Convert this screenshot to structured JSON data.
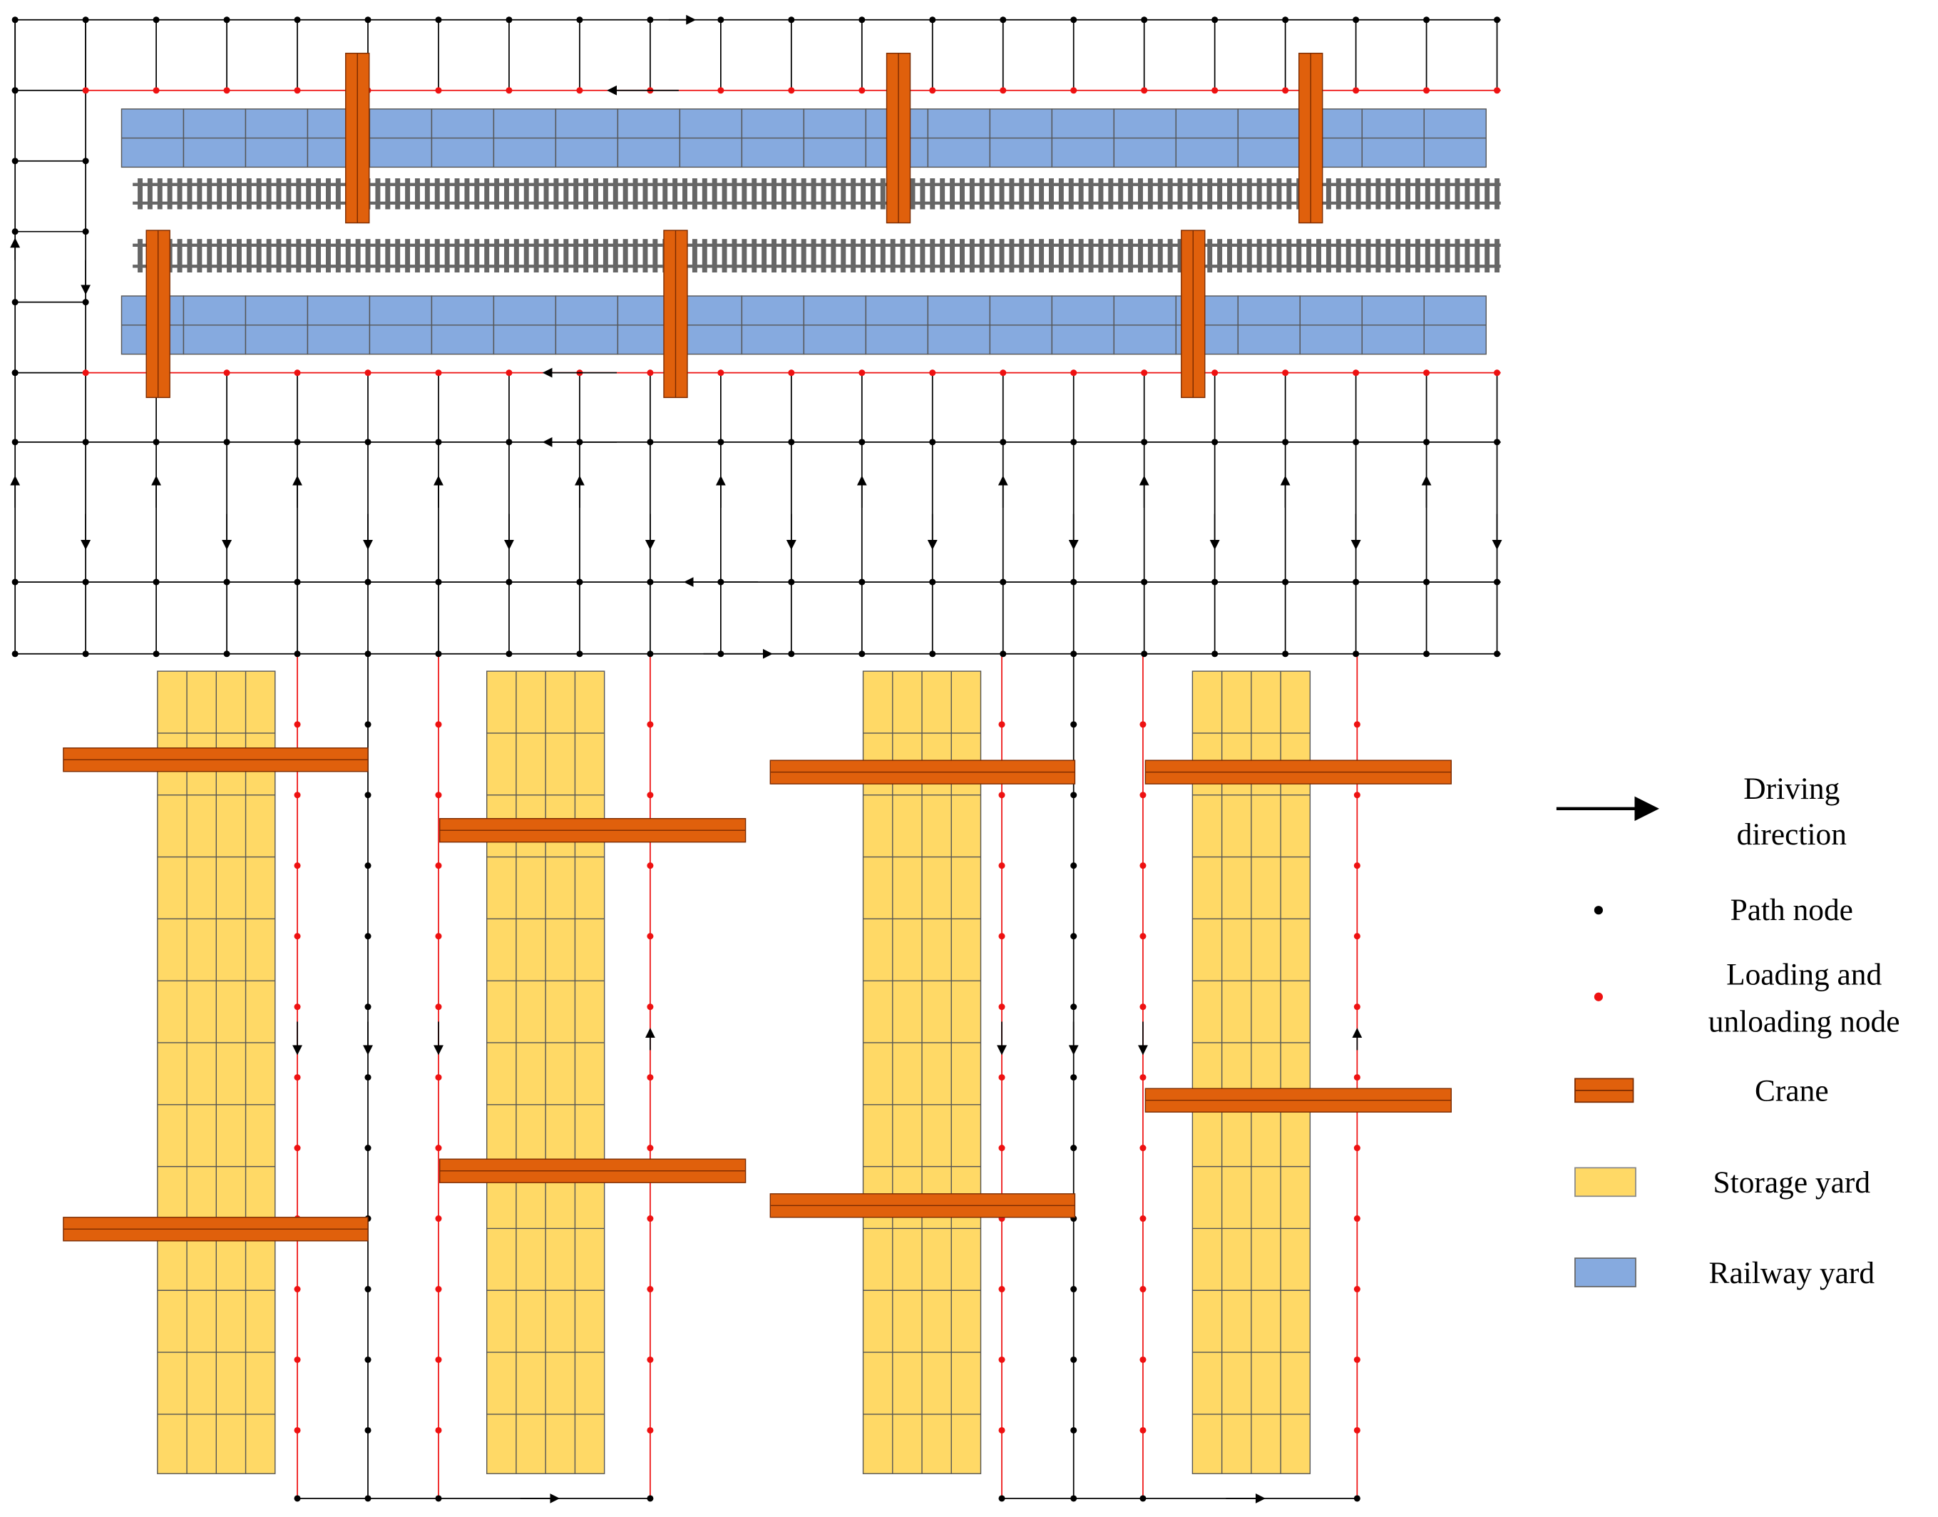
{
  "colors": {
    "path": "#000000",
    "loading": "#ee1111",
    "crane": "#e0600c",
    "crane_edge": "#7a2a00",
    "storage": "#ffd966",
    "railway": "#86aadf",
    "rail": "#666666"
  },
  "legend": {
    "driving_direction_1": "Driving",
    "driving_direction_2": "direction",
    "path_node": "Path node",
    "loading_node_1": "Loading and",
    "loading_node_2": "unloading node",
    "crane": "Crane",
    "storage_yard": "Storage yard",
    "railway_yard": "Railway yard"
  }
}
